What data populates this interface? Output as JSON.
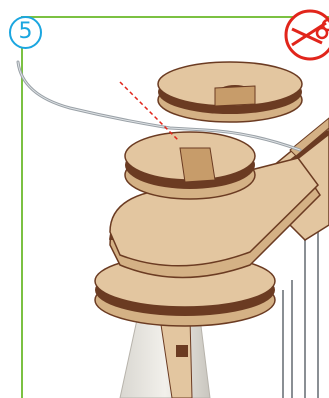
{
  "step": {
    "number": "5"
  },
  "icons": {
    "step_badge": "circled-number",
    "cut_icon": "scissors-in-red-circle",
    "cut_guide": "red-dashed-cut-line"
  },
  "colors": {
    "frame": "#7bc142",
    "badge": "#1ba6e0",
    "cut": "#e1251b",
    "wood_light": "#e3c6a0",
    "wood_dark": "#6b3b22"
  }
}
